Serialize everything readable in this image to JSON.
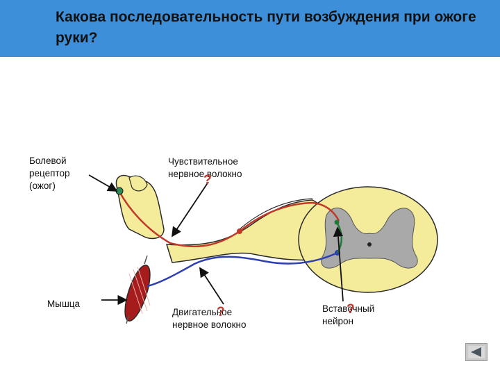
{
  "slide": {
    "title": "Какова последовательность пути возбуждения при ожоге руки?"
  },
  "labels": {
    "pain_receptor": "Болевой\nрецептор\n(ожог)",
    "sensory_fiber": "Чувствительное\nнервное волокно",
    "muscle": "Мышца",
    "motor_fiber": "Двигательное\nнервное волокно",
    "interneuron": "Вставочный\nнейрон"
  },
  "question_mark": "?",
  "colors": {
    "header": "#3d8fd9",
    "sensory": "#c0392b",
    "motor": "#2e3fb0",
    "interneuron": "#1f7a3a",
    "spinal_cord": "#f4ec9a",
    "grey_matter": "#a9a9a9"
  },
  "icons": {
    "nav_button": "back-icon"
  }
}
